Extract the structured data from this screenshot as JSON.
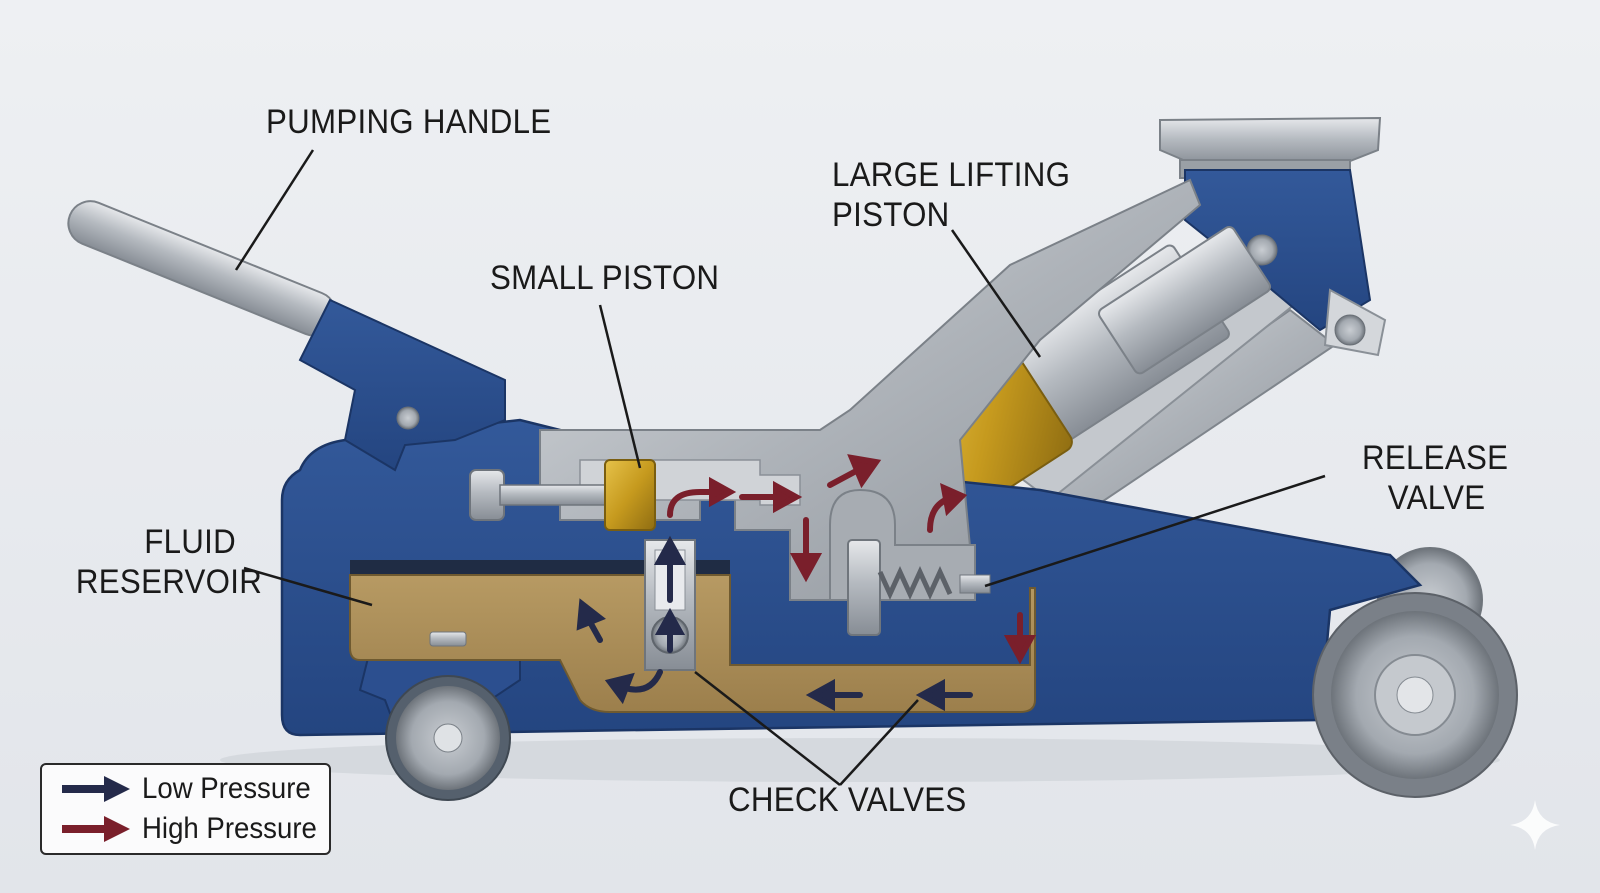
{
  "labels": {
    "pumping_handle": "PUMPING HANDLE",
    "small_piston": "SMALL PISTON",
    "large_lifting_piston": [
      "LARGE LIFTING",
      "PISTON"
    ],
    "release_valve": [
      "RELEASE",
      "VALVE"
    ],
    "fluid_reservoir": [
      "FLUID",
      "RESERVOIR"
    ],
    "check_valves": "CHECK VALVES"
  },
  "legend": {
    "low_pressure": "Low Pressure",
    "high_pressure": "High Pressure"
  },
  "colors": {
    "background": "#e9ecef",
    "body_blue": "#2b4f8e",
    "body_blue_dark": "#1d3a6e",
    "steel": "#b7bcc2",
    "brass": "#c9a227",
    "fluid": "#a88a55",
    "low_pressure_arrow": "#242a4a",
    "high_pressure_arrow": "#7a1f2b"
  }
}
